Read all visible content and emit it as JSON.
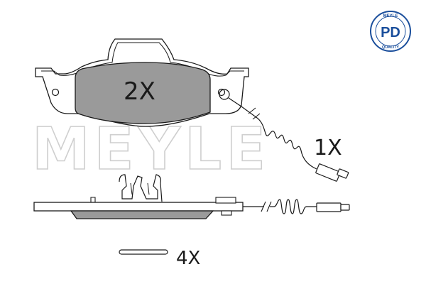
{
  "watermark": {
    "text": "MEYLE"
  },
  "badge": {
    "top_text": "MEYLE",
    "main_text": "PD",
    "bottom_text": "QUALITY",
    "color": "#1b4f9c"
  },
  "labels": {
    "pad_quantity": "2X",
    "sensor_quantity": "1X",
    "clip_quantity": "4X"
  },
  "colors": {
    "line": "#1a1a1a",
    "friction_fill": "#9a9a9a",
    "watermark": "#cfcfcf"
  }
}
